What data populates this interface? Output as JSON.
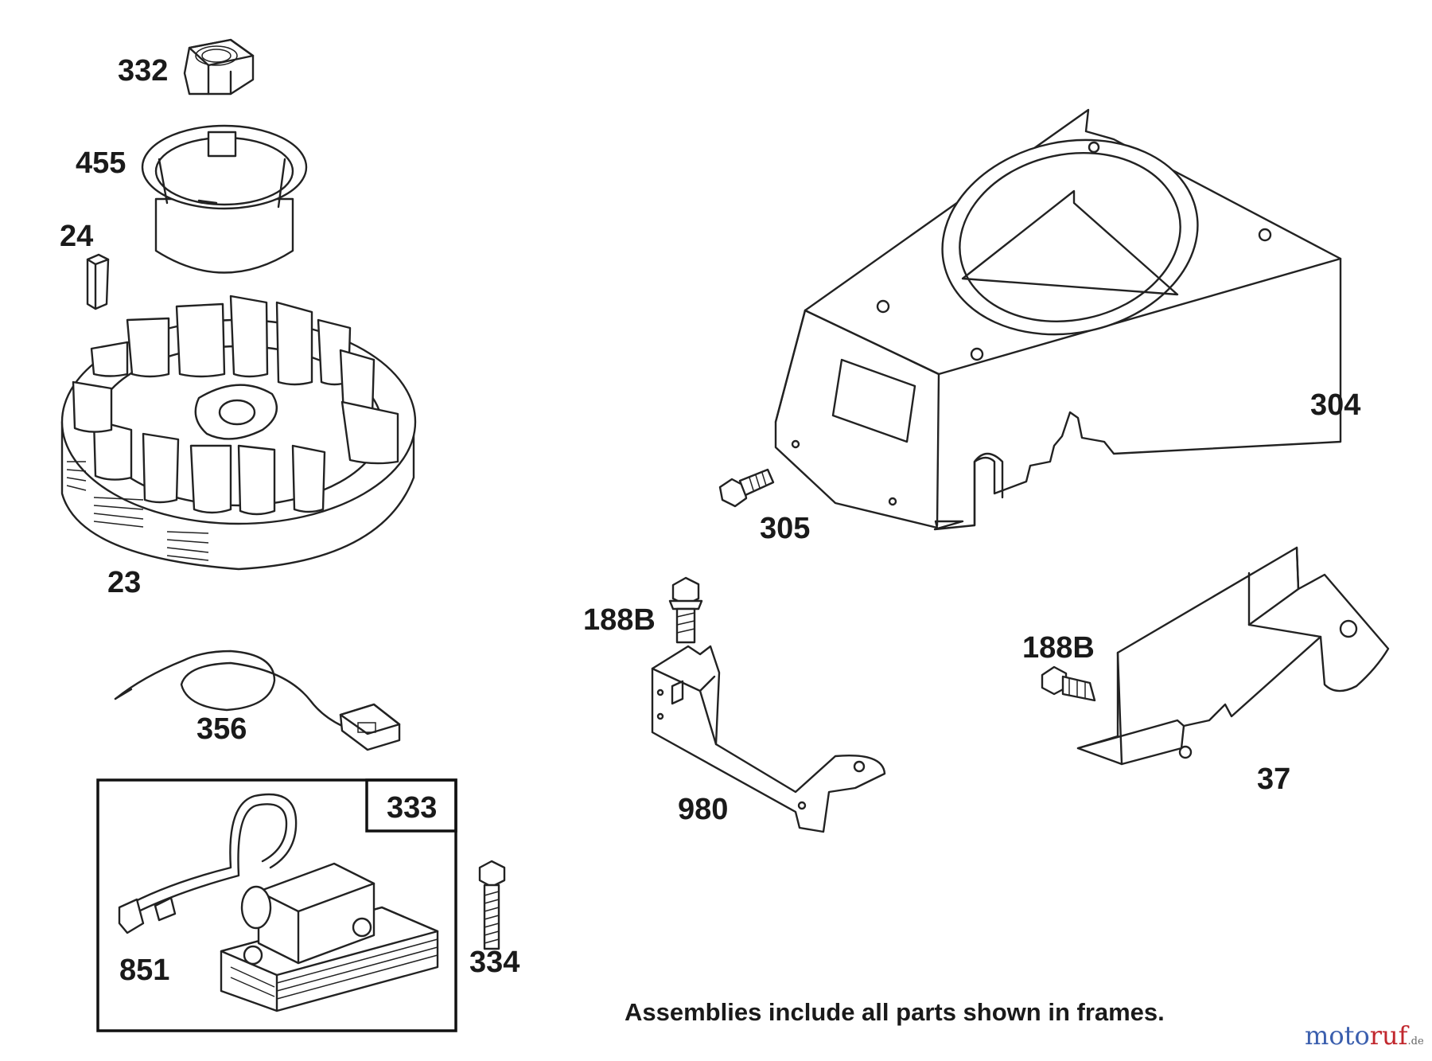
{
  "labels": {
    "p332": "332",
    "p455": "455",
    "p24": "24",
    "p23": "23",
    "p356": "356",
    "p333": "333",
    "p851": "851",
    "p334": "334",
    "p304": "304",
    "p305": "305",
    "p188b_a": "188B",
    "p188b_b": "188B",
    "p980": "980",
    "p37": "37"
  },
  "note": "Assemblies include all parts shown in frames.",
  "watermark": {
    "brand_a": "moto",
    "brand_b": "ruf",
    "suffix": ".de",
    "color_a": "#3b5fae",
    "color_b": "#c1272d"
  }
}
